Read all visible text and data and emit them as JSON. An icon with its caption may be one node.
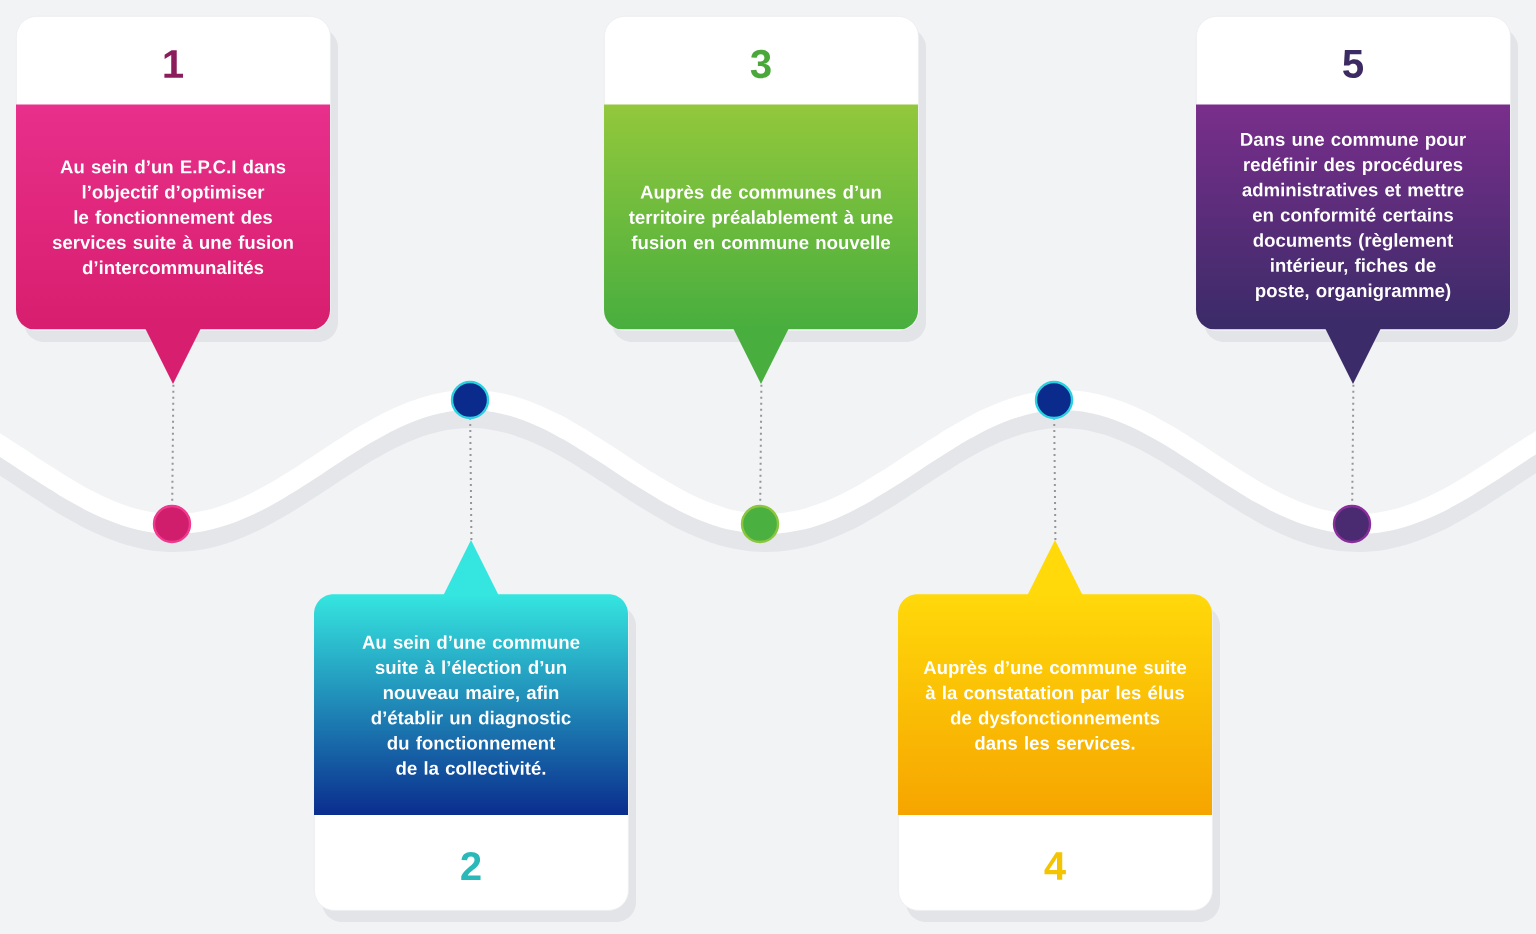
{
  "diagram": {
    "nodes": [
      {
        "text": [
          "1",
          "Au sein d’un E.P.C.I dans l’objectif d’optimiser le fonctionnement des services suite à une fusion d’intercommunalités"
        ]
      },
      {
        "text": [
          "Au sein d’une commune suite à l’élection d’un nouveau maire, afin d’établir un diagnostic du fonctionnement de la collectivité.",
          "2"
        ]
      },
      {
        "text": [
          "3",
          "Auprès de communes d’un territoire préalablement à une fusion en commune nouvelle"
        ]
      },
      {
        "text": [
          "Auprès d’une commune suite à la constatation par les élus de dysfonctionnements dans les services.",
          "4"
        ]
      },
      {
        "text": [
          "5",
          "Dans une commune pour redéfinir des procédures administratives et mettre en conformité certains documents (règlement intérieur, fiches de poste, organigramme)"
        ]
      },
      {
        "text": [],
        "shape": "circle"
      },
      {
        "text": [],
        "shape": "circle"
      },
      {
        "text": [],
        "shape": "circle"
      },
      {
        "text": [],
        "shape": "circle"
      },
      {
        "text": [],
        "shape": "circle"
      }
    ],
    "edges": [
      {
        "from": 0,
        "to": 5,
        "arrow": "none"
      },
      {
        "from": 1,
        "to": 6,
        "arrow": "none"
      },
      {
        "from": 2,
        "to": 7,
        "arrow": "none"
      },
      {
        "from": 3,
        "to": 8,
        "arrow": "none"
      },
      {
        "from": 4,
        "to": 9,
        "arrow": "none"
      }
    ]
  }
}
